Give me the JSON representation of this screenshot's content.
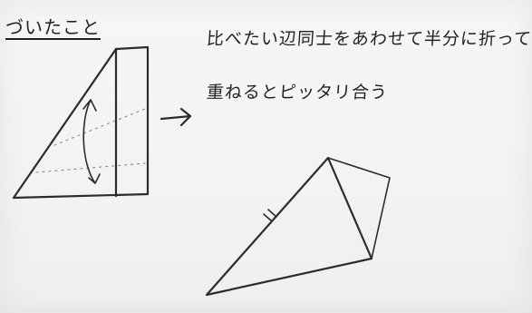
{
  "header": {
    "title": "づいたこと"
  },
  "note": {
    "line1": "比べたい辺同士をあわせて半分に折って",
    "line2": "重ねるとピッタリ合う"
  },
  "icons": {
    "arrow": "right-arrow-icon",
    "curved_arrow": "fold-arrow-icon",
    "tick": "equal-length-mark-icon"
  }
}
